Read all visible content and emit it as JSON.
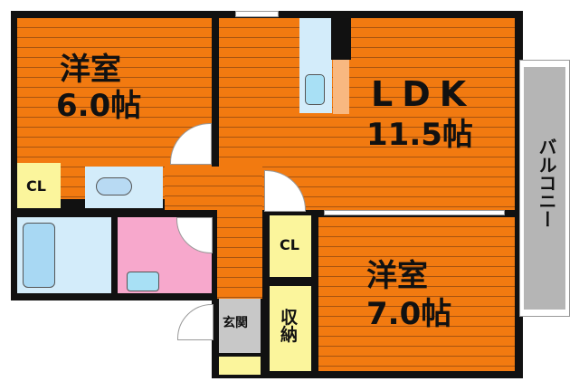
{
  "rooms": {
    "western_room_1": {
      "name": "洋室",
      "size": "6.0帖"
    },
    "ldk": {
      "name": "LDK",
      "size": "11.5帖"
    },
    "western_room_2": {
      "name": "洋室",
      "size": "7.0帖"
    },
    "closet_1": {
      "name": "CL"
    },
    "closet_2": {
      "name": "CL"
    },
    "storage": {
      "name": "収納"
    },
    "entrance": {
      "name": "玄関"
    },
    "balcony": {
      "name": "バルコニー"
    }
  },
  "colors": {
    "floor": "#f27a10",
    "closet": "#fbf59c",
    "wet_area": "#d3ecfa",
    "washroom": "#f7a8cc",
    "balcony": "#b5b5b5",
    "wall": "#111111"
  }
}
